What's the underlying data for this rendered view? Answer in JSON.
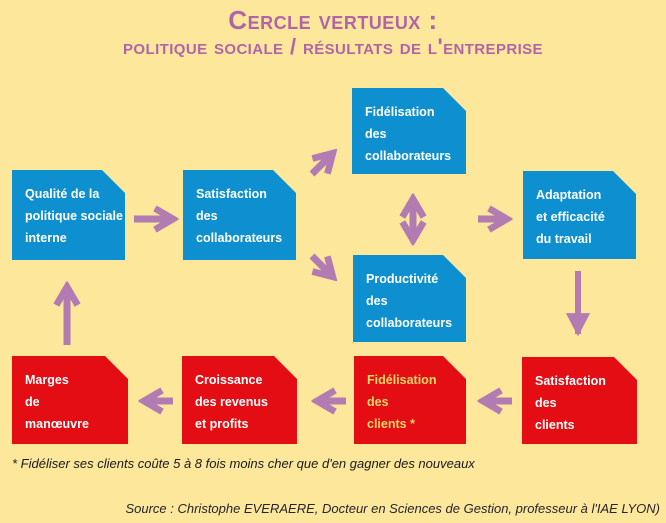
{
  "title": {
    "line1": "Cercle vertueux :",
    "line2": "politique sociale / résultats de l'entreprise"
  },
  "boxes": {
    "qualite": {
      "lines": [
        "Qualité de la",
        "politique sociale",
        "interne"
      ],
      "color": "#0E90D0"
    },
    "satisfaction_collaborateurs": {
      "lines": [
        "Satisfaction",
        "des",
        "collaborateurs"
      ],
      "color": "#0E90D0"
    },
    "fidelisation_collaborateurs": {
      "lines": [
        "Fidélisation",
        "des",
        "collaborateurs"
      ],
      "color": "#0E90D0"
    },
    "productivite_collaborateurs": {
      "lines": [
        "Productivité",
        "des",
        "collaborateurs"
      ],
      "color": "#0E90D0"
    },
    "adaptation": {
      "lines": [
        "Adaptation",
        "et efficacité",
        "du travail"
      ],
      "color": "#0E90D0"
    },
    "marges": {
      "lines": [
        "Marges",
        "de",
        "manœuvre"
      ],
      "color": "#E30D13"
    },
    "croissance": {
      "lines": [
        "Croissance",
        "des revenus",
        "et profits"
      ],
      "color": "#E30D13"
    },
    "fidelisation_clients": {
      "lines": [
        "Fidélisation",
        "des",
        "clients *"
      ],
      "color": "#E30D13",
      "text_color": "#F5D76A"
    },
    "satisfaction_clients": {
      "lines": [
        "Satisfaction",
        "des",
        "clients"
      ],
      "color": "#E30D13"
    }
  },
  "footnote": "* Fidéliser ses clients coûte 5 à 8 fois moins cher que d'en gagner des nouveaux",
  "source": "Source : Christophe EVERAERE, Docteur en Sciences de Gestion, professeur à l'IAE LYON)",
  "colors": {
    "background": "#FCE79B",
    "title_purple": "#B264A8",
    "arrow_purple": "#B27BB1",
    "box_blue": "#0E90D0",
    "box_red": "#E30D13",
    "box_text_white": "#FFFFFF",
    "box_text_yellow": "#F5D76A"
  }
}
